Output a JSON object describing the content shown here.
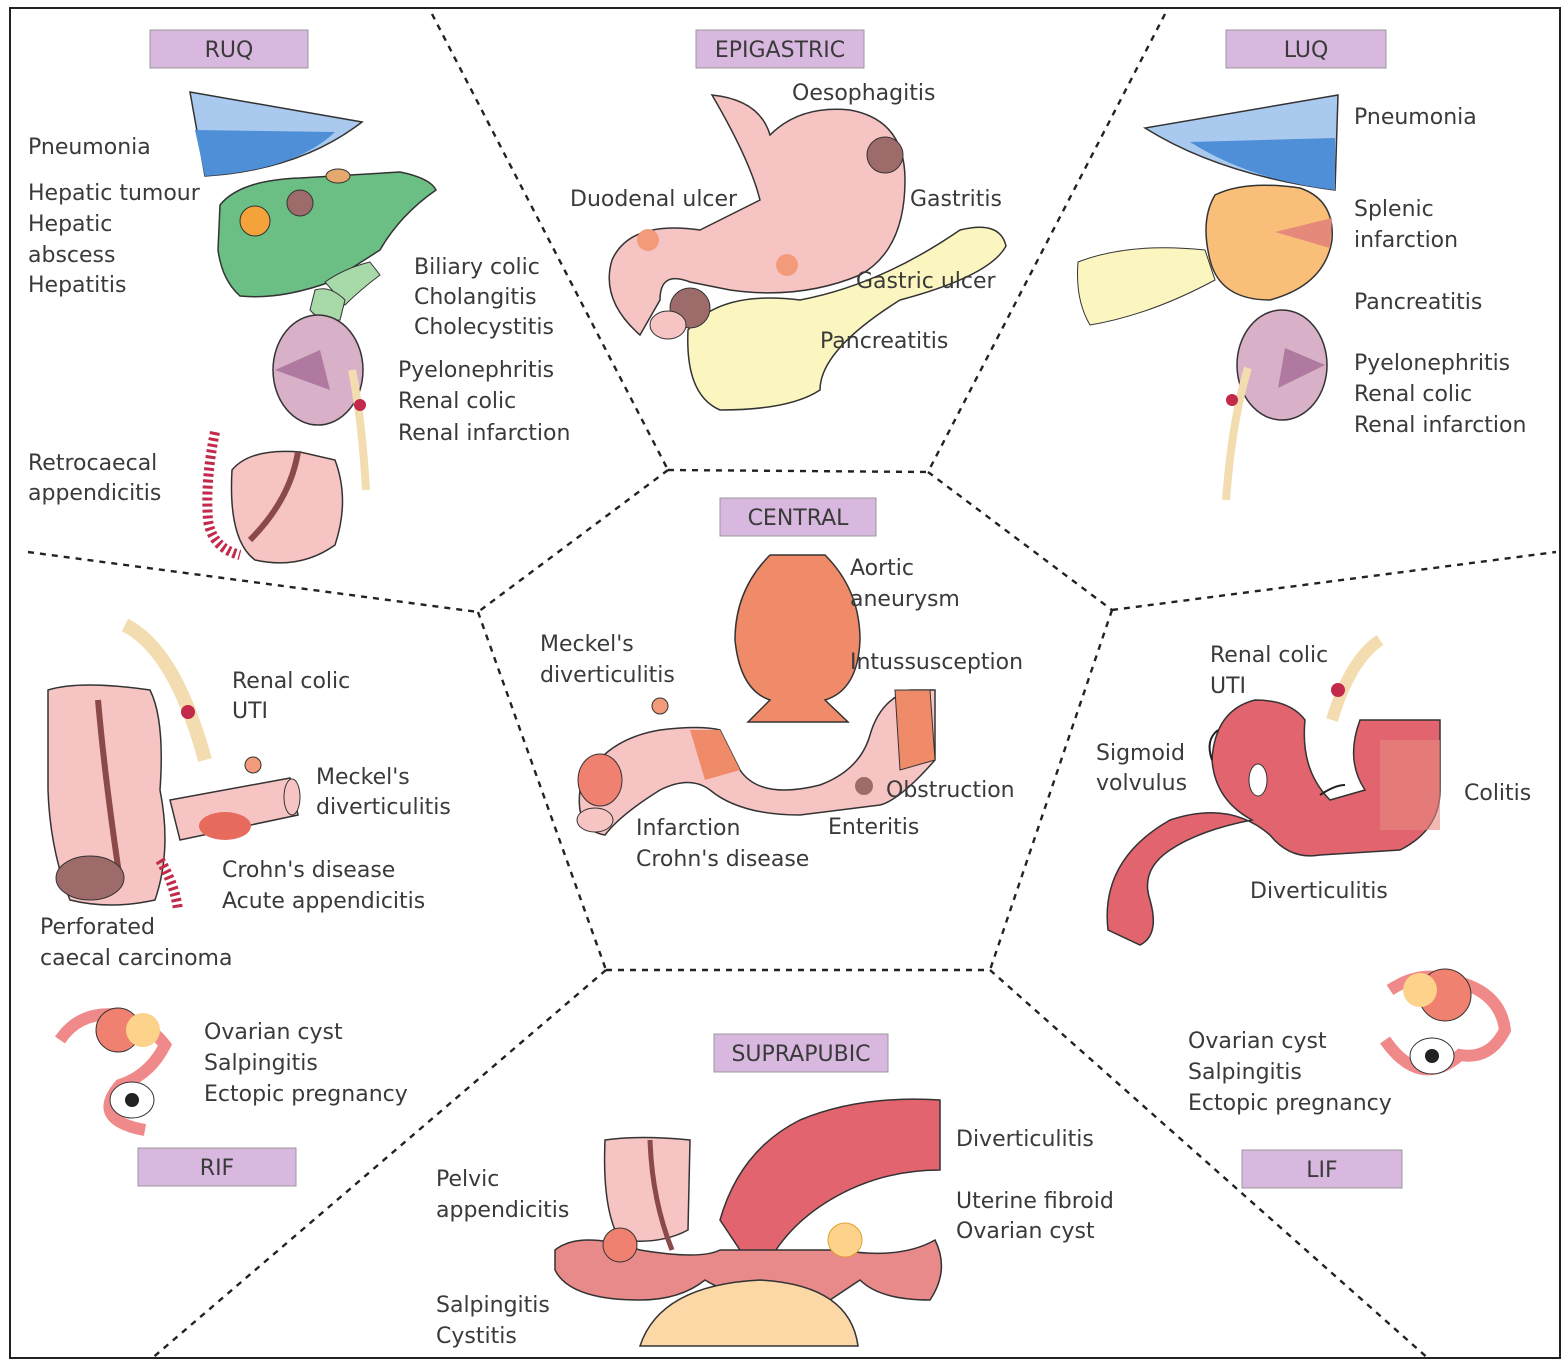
{
  "regions": {
    "ruq": "RUQ",
    "epigastric": "EPIGASTRIC",
    "luq": "LUQ",
    "central": "CENTRAL",
    "rif": "RIF",
    "suprapubic": "SUPRAPUBIC",
    "lif": "LIF"
  },
  "ruq": {
    "pneumonia": "Pneumonia",
    "hepatic_1": "Hepatic tumour",
    "hepatic_2": "Hepatic",
    "hepatic_3": "abscess",
    "hepatic_4": "Hepatitis",
    "biliary_1": "Biliary colic",
    "biliary_2": "Cholangitis",
    "biliary_3": "Cholecystitis",
    "renal_1": "Pyelonephritis",
    "renal_2": "Renal colic",
    "renal_3": "Renal infarction",
    "retro_1": "Retrocaecal",
    "retro_2": "appendicitis"
  },
  "epigastric": {
    "oesophagitis": "Oesophagitis",
    "duodenal": "Duodenal ulcer",
    "gastritis": "Gastritis",
    "gastric_ulcer": "Gastric ulcer",
    "pancreatitis": "Pancreatitis"
  },
  "luq": {
    "pneumonia": "Pneumonia",
    "splenic_1": "Splenic",
    "splenic_2": "infarction",
    "pancreatitis": "Pancreatitis",
    "renal_1": "Pyelonephritis",
    "renal_2": "Renal colic",
    "renal_3": "Renal infarction"
  },
  "central": {
    "aortic_1": "Aortic",
    "aortic_2": "aneurysm",
    "meckel_1": "Meckel's",
    "meckel_2": "diverticulitis",
    "intussusception": "Intussusception",
    "obstruction": "Obstruction",
    "infarction": "Infarction",
    "enteritis": "Enteritis",
    "crohns": "Crohn's disease"
  },
  "rif": {
    "renal_1": "Renal colic",
    "renal_2": "UTI",
    "meckel_1": "Meckel's",
    "meckel_2": "diverticulitis",
    "crohns": "Crohn's disease",
    "acute": "Acute appendicitis",
    "perf_1": "Perforated",
    "perf_2": "caecal carcinoma",
    "ovarian": "Ovarian cyst",
    "salping": "Salpingitis",
    "ectopic": "Ectopic pregnancy"
  },
  "lif": {
    "renal_1": "Renal colic",
    "renal_2": "UTI",
    "sigmoid_1": "Sigmoid",
    "sigmoid_2": "volvulus",
    "colitis": "Colitis",
    "diverticulitis": "Diverticulitis",
    "ovarian": "Ovarian cyst",
    "salping": "Salpingitis",
    "ectopic": "Ectopic pregnancy"
  },
  "suprapubic": {
    "pelvic_1": "Pelvic",
    "pelvic_2": "appendicitis",
    "diverticulitis": "Diverticulitis",
    "uterine": "Uterine fibroid",
    "ovarian": "Ovarian cyst",
    "salping": "Salpingitis",
    "cystitis": "Cystitis"
  },
  "colors": {
    "region_box": "#d9b8e0",
    "tissue_pink": "#f2b8b8",
    "liver_green": "#6cbf84",
    "pancreas_yellow": "#fbf6bf",
    "spleen_orange": "#f9bf78",
    "lung_blue": "#5c93d6",
    "kidney_mauve": "#d8b0c8",
    "artery_salmon": "#ef8b68",
    "colon_red": "#e2646e"
  }
}
